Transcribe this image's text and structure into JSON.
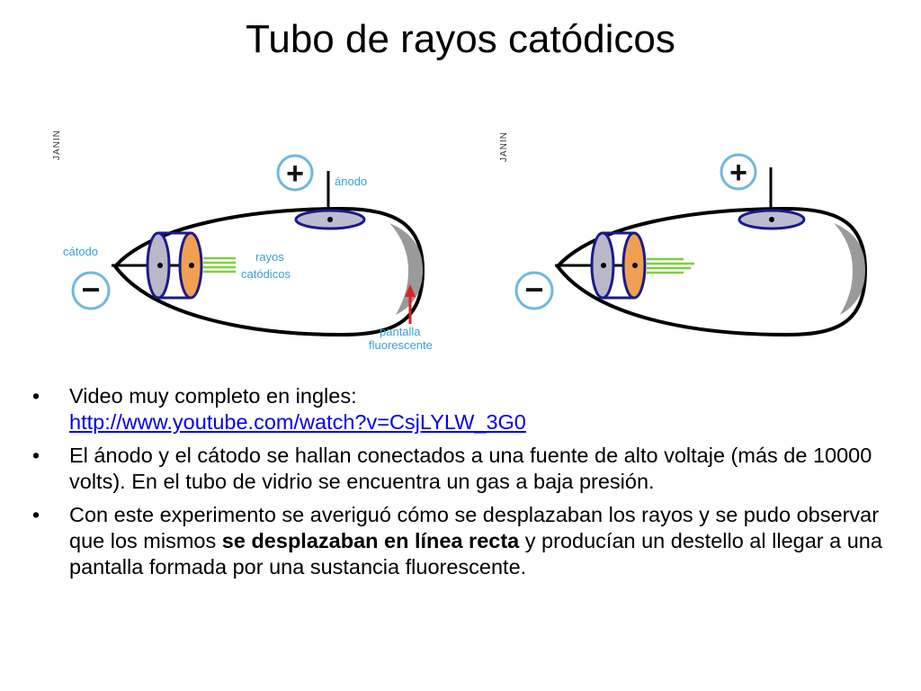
{
  "slide": {
    "title": "Tubo de rayos catódicos"
  },
  "diagram": {
    "left": {
      "watermark": "JANIN",
      "anode_sign": "+",
      "cathode_sign": "−",
      "label_anode": "ánodo",
      "label_cathode": "cátodo",
      "label_rays_1": "rayos",
      "label_rays_2": "catódicos",
      "label_screen_1": "pantalla",
      "label_screen_2": "fluorescente"
    },
    "right": {
      "watermark": "JANIN",
      "anode_sign": "+",
      "cathode_sign": "−"
    },
    "colors": {
      "tube_outline": "#000000",
      "electrode_outline": "#1a1a8c",
      "anode_disc": "#bcbcd0",
      "cathode_disc_grey": "#b8b8c8",
      "cathode_disc_orange": "#f0a050",
      "rays": "#7fcf3f",
      "screen": "#9a9a9a",
      "sign_circle": "#6fb8e0",
      "label_text": "#3aa0d8",
      "arrow": "#e02020"
    }
  },
  "bullets": {
    "b1_text": "Video muy completo en ingles:",
    "b1_link": "http://www.youtube.com/watch?v=CsjLYLW_3G0",
    "b2_text": "El ánodo y el cátodo se hallan conectados a una fuente de alto voltaje (más de 10000 volts). En el tubo de vidrio se encuentra un gas a baja presión.",
    "b3_pre": "Con este experimento se averiguó cómo se desplazaban los rayos y se pudo observar que los mismos ",
    "b3_bold": "se desplazaban en línea recta",
    "b3_post": " y producían un destello al llegar a una pantalla formada por una sustancia fluorescente.",
    "bullet_char": "•"
  }
}
